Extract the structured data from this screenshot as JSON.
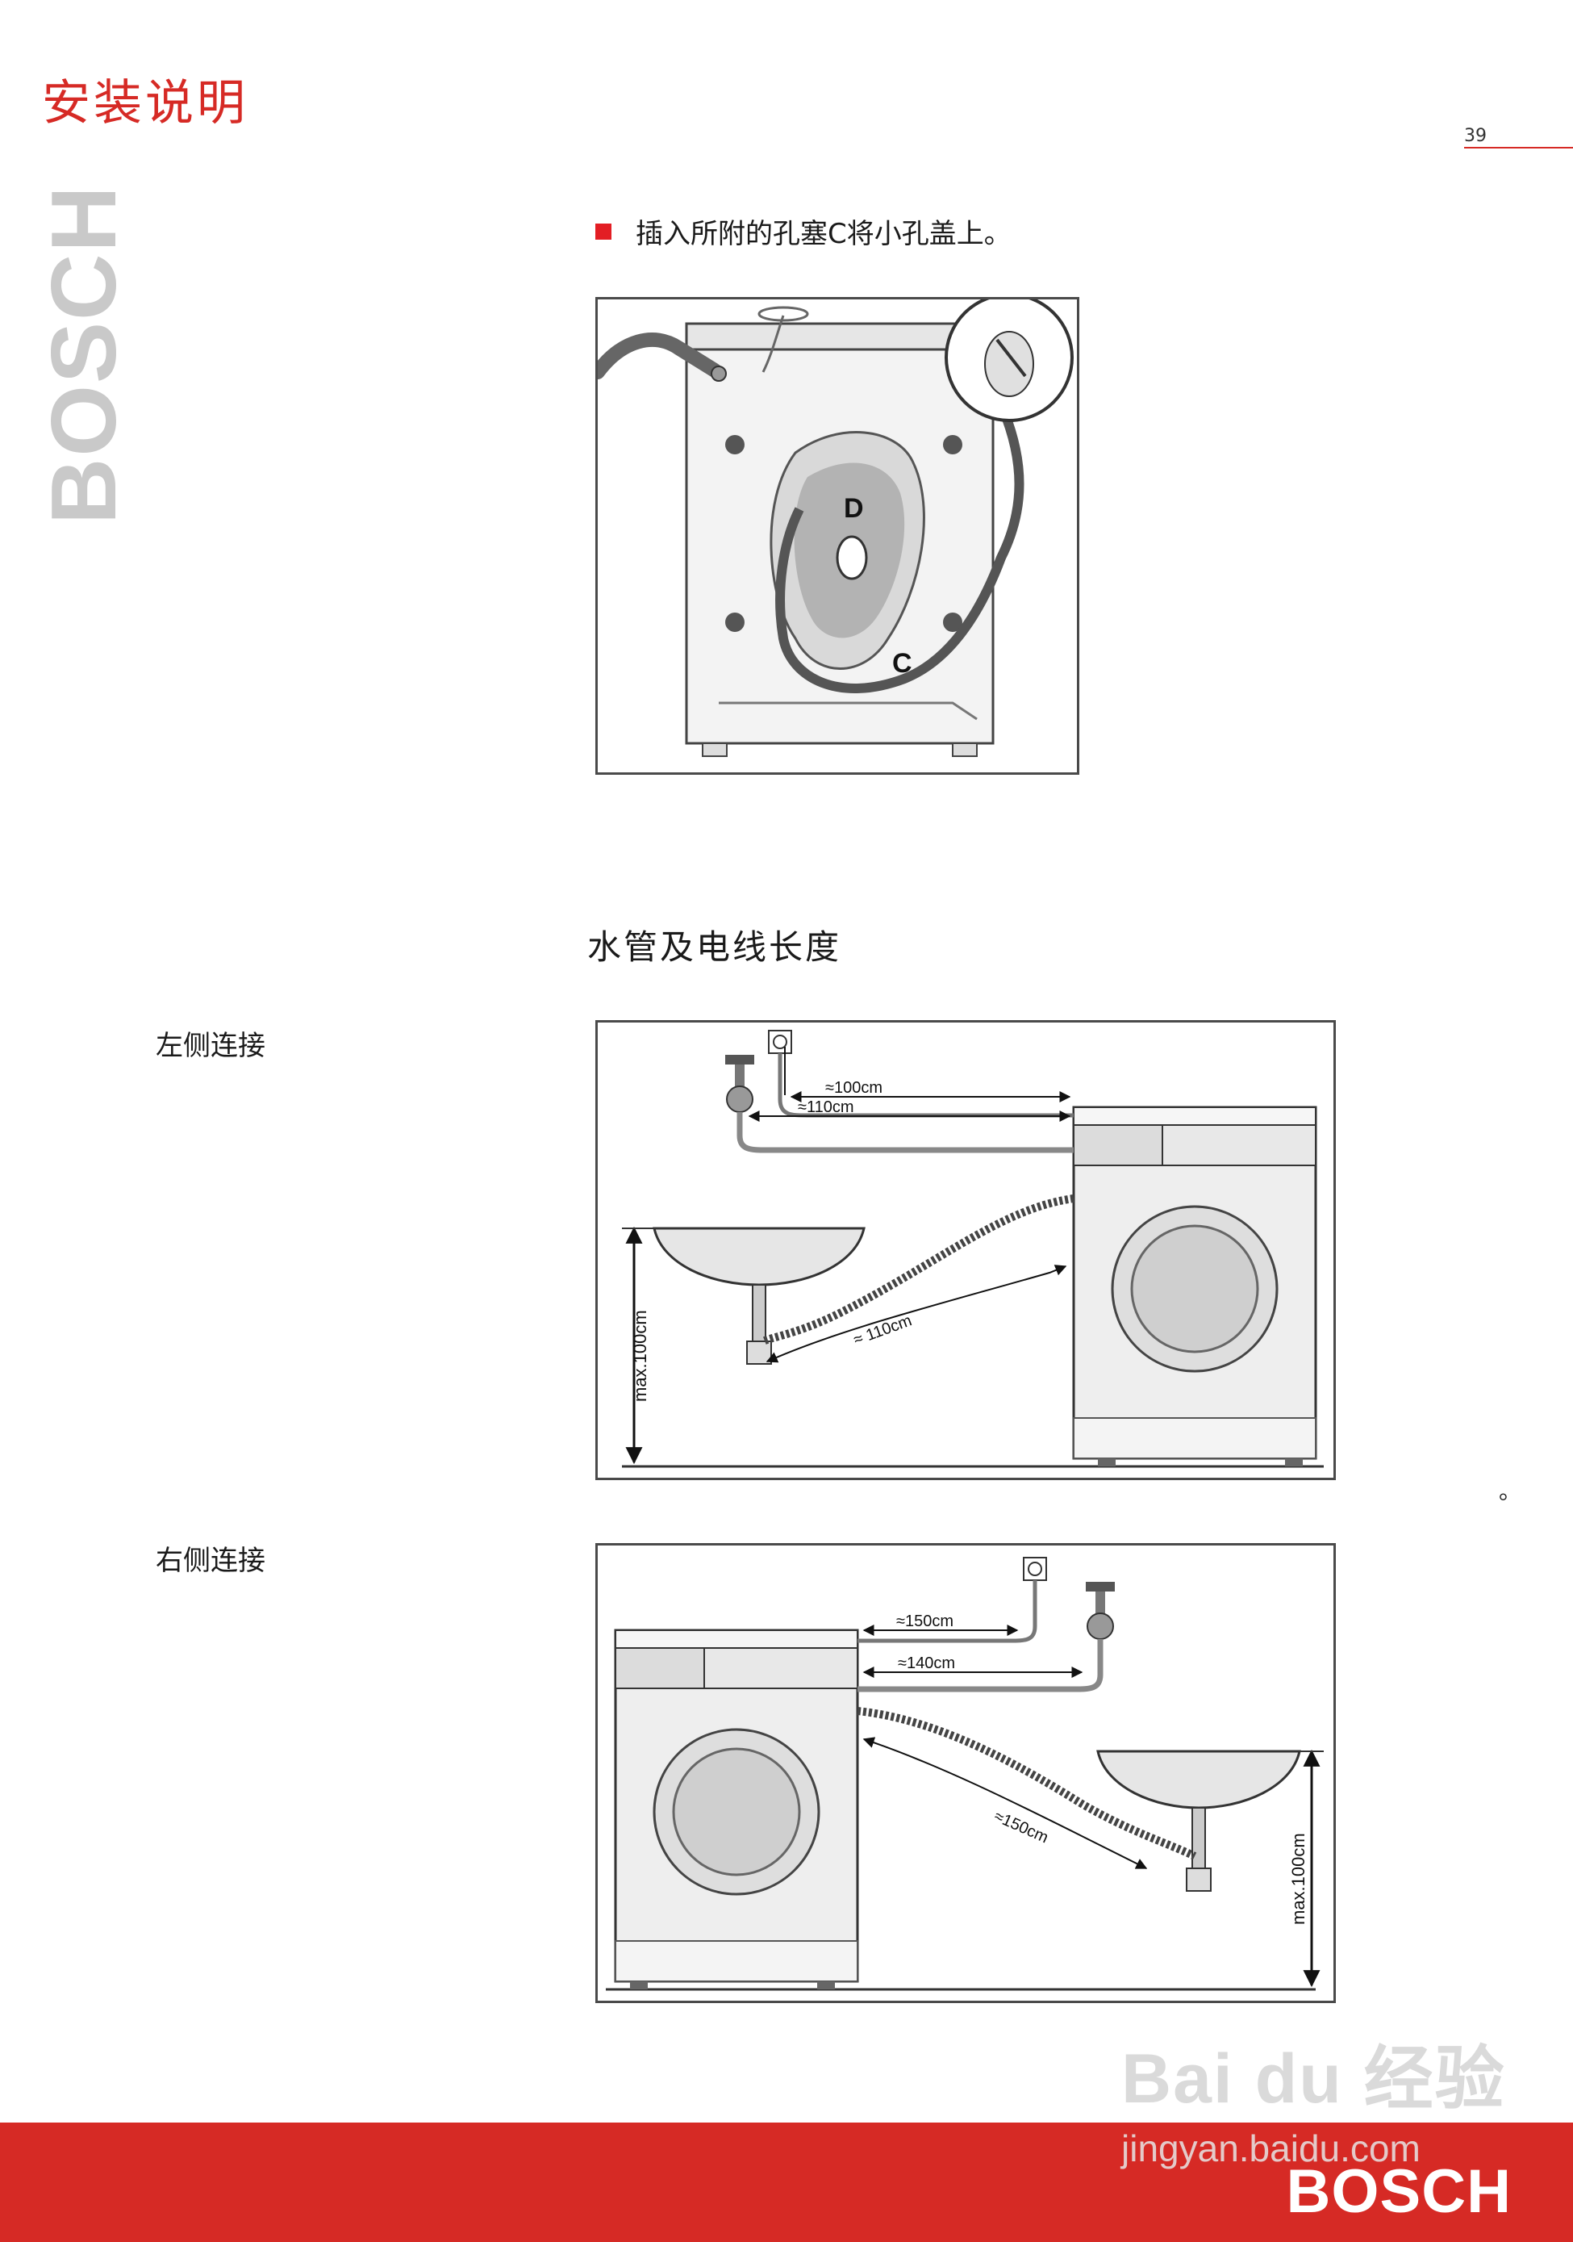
{
  "header": {
    "title": "安装说明",
    "page_number": "39"
  },
  "side_brand": "BOSCH",
  "instruction": {
    "text": "插入所附的孔塞C将小孔盖上。"
  },
  "figure1": {
    "label_d": "D",
    "label_c": "C"
  },
  "section": {
    "title": "水管及电线长度"
  },
  "left_connection": {
    "label": "左侧连接",
    "power_cable": "≈100cm",
    "inlet_hose": "≈110cm",
    "drain_hose": "≈ 110cm",
    "max_height": "max.100cm"
  },
  "right_connection": {
    "label": "右侧连接",
    "power_cable": "≈150cm",
    "inlet_hose": "≈140cm",
    "drain_hose": "≈150cm",
    "max_height": "max.100cm"
  },
  "circle_mark": "。",
  "footer": {
    "brand": "BOSCH"
  },
  "watermark": {
    "logo": "Bai du 经验",
    "url": "jingyan.baidu.com"
  },
  "colors": {
    "accent": "#d62a25",
    "bullet": "#e31e24"
  }
}
